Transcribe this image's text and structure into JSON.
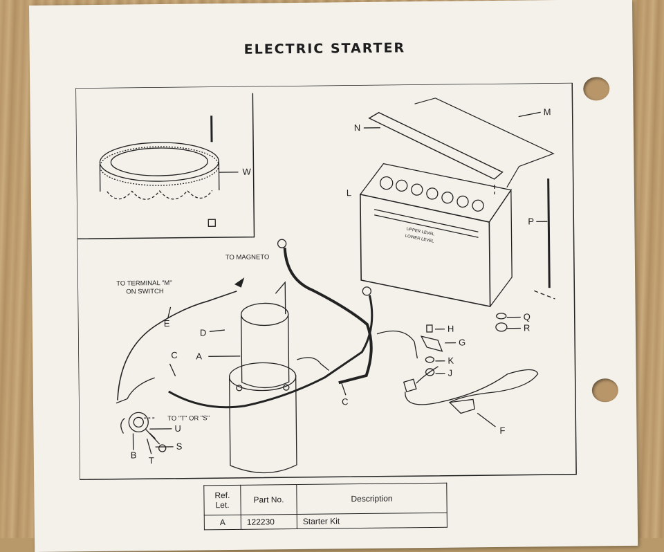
{
  "document": {
    "title": "ELECTRIC STARTER"
  },
  "diagram": {
    "labels": {
      "A": "A",
      "B": "B",
      "C1": "C",
      "C2": "C",
      "D": "D",
      "E": "E",
      "F": "F",
      "G": "G",
      "H": "H",
      "J": "J",
      "K": "K",
      "L": "L",
      "M": "M",
      "N": "N",
      "P": "P",
      "Q": "Q",
      "R": "R",
      "S": "S",
      "T": "T",
      "U": "U",
      "W": "W"
    },
    "notes": {
      "to_magneto": "TO MAGNETO",
      "to_terminal_line1": "TO TERMINAL \"M\"",
      "to_terminal_line2": "ON SWITCH",
      "to_t_or_s": "TO \"T\" OR \"S\"",
      "battery_upper": "UPPER LEVEL",
      "battery_lower": "LOWER LEVEL"
    }
  },
  "parts_table": {
    "headers": {
      "ref": "Ref. Let.",
      "part_no": "Part No.",
      "description": "Description"
    },
    "rows": [
      {
        "ref": "A",
        "part_no": "122230",
        "description": "Starter Kit"
      }
    ]
  }
}
